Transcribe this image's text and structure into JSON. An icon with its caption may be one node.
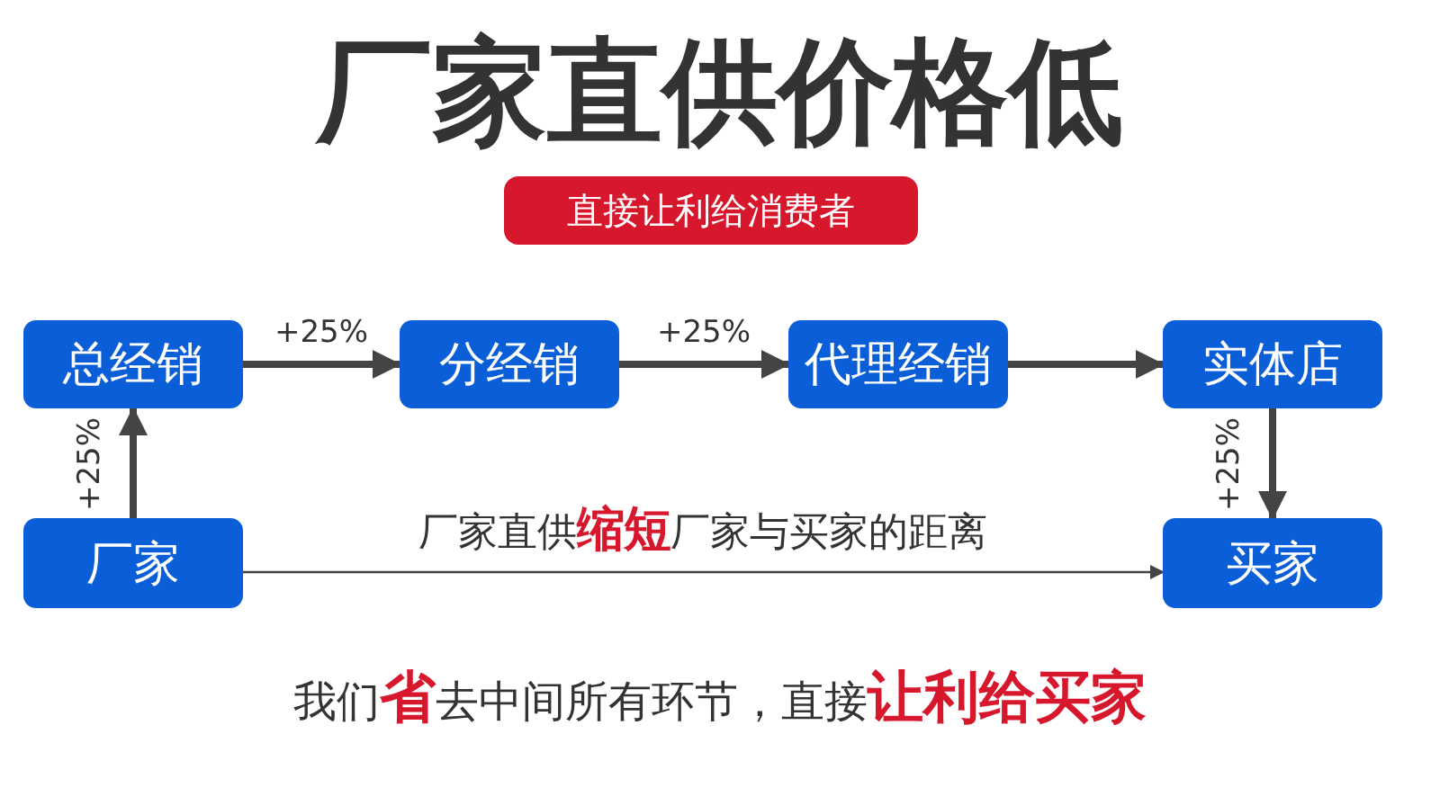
{
  "diagram": {
    "title": "厂家直供价格低",
    "nodes": [
      {
        "text": [
          "直接让利给消费者"
        ]
      },
      {
        "text": [
          "总经销"
        ]
      },
      {
        "text": [
          "分经销"
        ]
      },
      {
        "text": [
          "代理经销"
        ]
      },
      {
        "text": [
          "实体店"
        ]
      },
      {
        "text": [
          "厂家"
        ]
      },
      {
        "text": [
          "买家"
        ]
      }
    ],
    "edges": [
      {
        "from": 5,
        "to": 1,
        "arrow": "to",
        "label": "+25%"
      },
      {
        "from": 1,
        "to": 2,
        "arrow": "to",
        "label": "+25%"
      },
      {
        "from": 2,
        "to": 3,
        "arrow": "to",
        "label": "+25%"
      },
      {
        "from": 3,
        "to": 4,
        "arrow": "to"
      },
      {
        "from": 4,
        "to": 6,
        "arrow": "to",
        "label": "+25%"
      },
      {
        "from": 5,
        "to": 6,
        "arrow": "to",
        "label": "厂家直供**缩短**厂家与买家的距离"
      }
    ],
    "labels": [
      "我们**省**去中间所有环节，直接**让利给买家**"
    ]
  }
}
